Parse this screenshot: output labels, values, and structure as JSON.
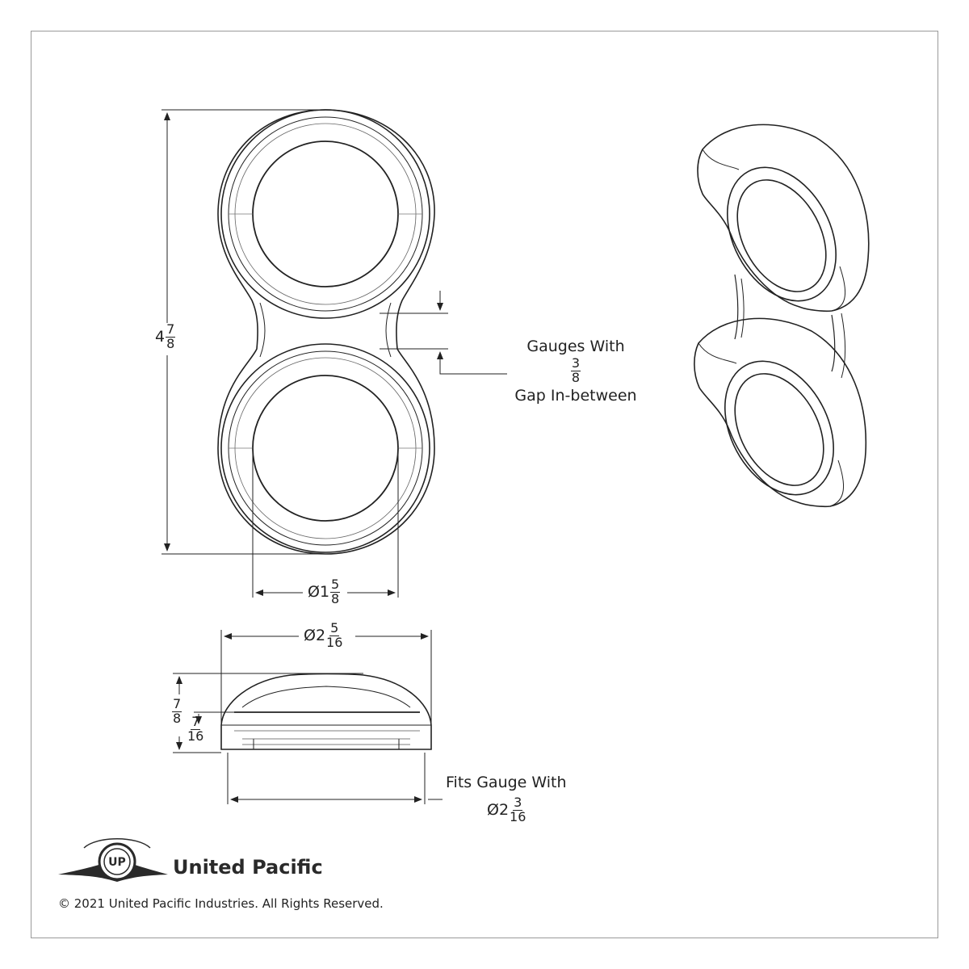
{
  "dimensions": {
    "height": {
      "whole": "4",
      "num": "7",
      "den": "8"
    },
    "inner_diameter": {
      "prefix": "Ø1",
      "num": "5",
      "den": "8"
    },
    "outer_diameter": {
      "prefix": "Ø2",
      "num": "5",
      "den": "16"
    },
    "profile_height": {
      "num": "7",
      "den": "8"
    },
    "lip_height": {
      "num": "7",
      "den": "16"
    },
    "gauge_fit": {
      "prefix": "Ø2",
      "num": "3",
      "den": "16"
    }
  },
  "notes": {
    "gap_line1": "Gauges With",
    "gap_num": "3",
    "gap_den": "8",
    "gap_line3": "Gap In-between",
    "fits_line1": "Fits Gauge With"
  },
  "brand": {
    "name": "United Pacific",
    "copyright": "© 2021 United Pacific Industries. All Rights Reserved."
  }
}
